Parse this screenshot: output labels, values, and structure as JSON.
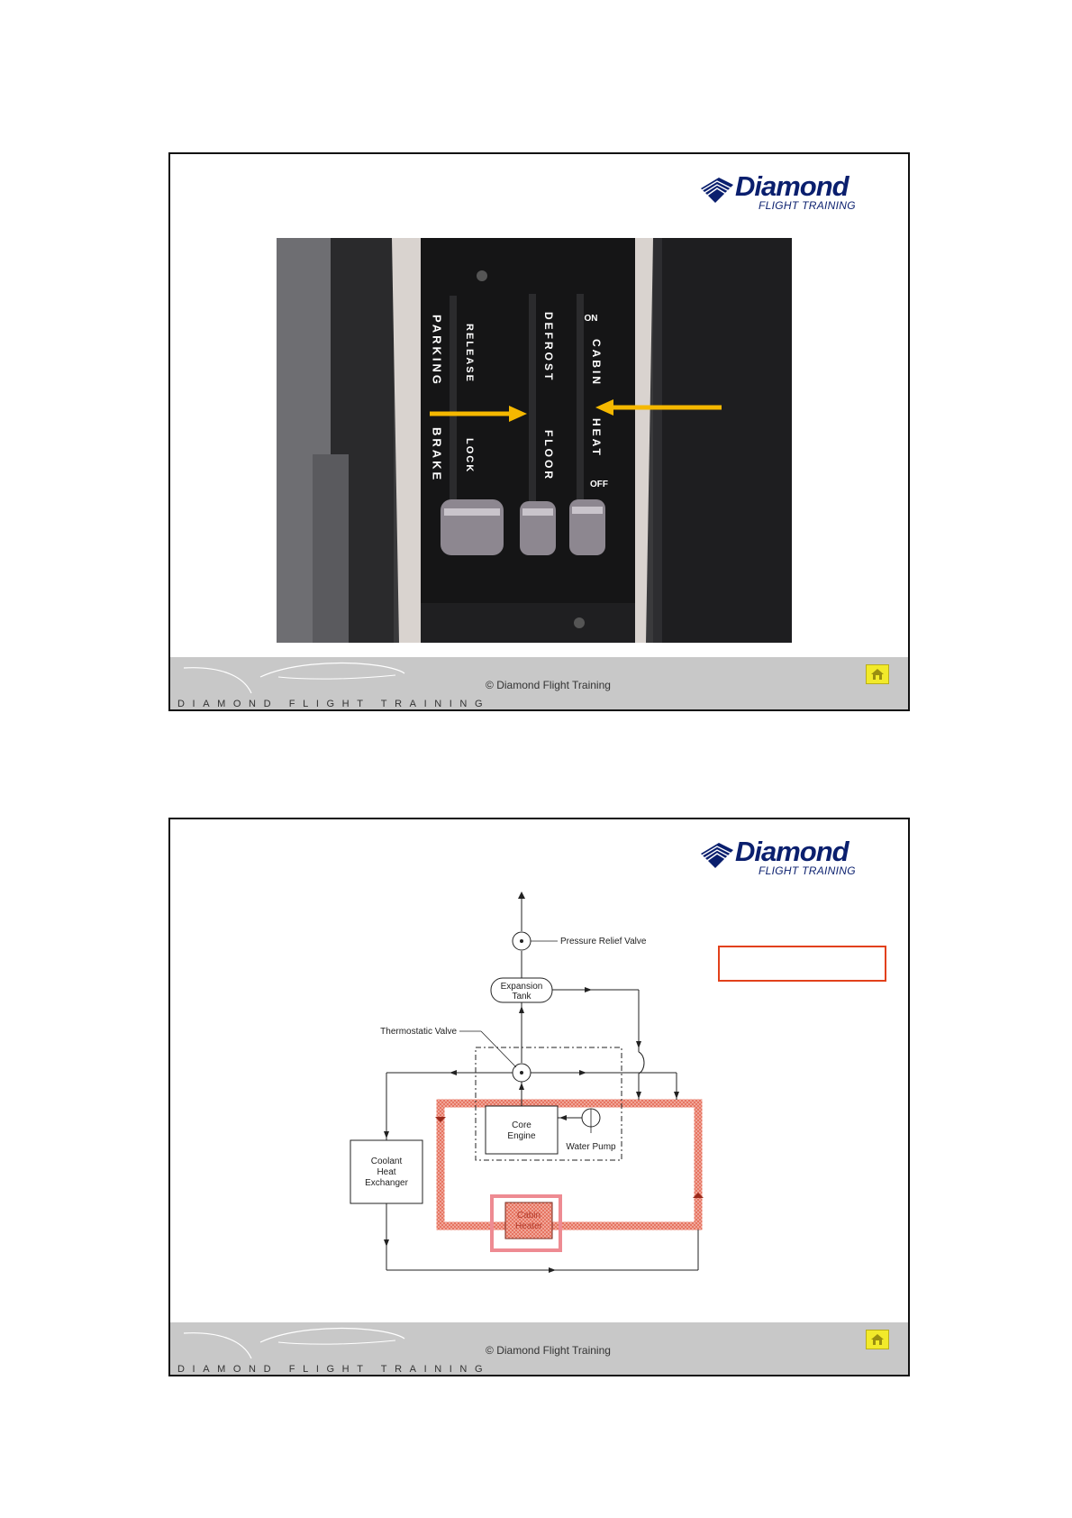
{
  "brand": {
    "logo_word": "Diamond",
    "logo_sub": "FLIGHT TRAINING",
    "footer_wordmark": "DIAMOND FLIGHT TRAINING",
    "copyright": "© Diamond Flight Training"
  },
  "slide1": {
    "photo_labels": {
      "parking": "PARKING",
      "brake": "BRAKE",
      "release": "RELEASE",
      "lock": "LOCK",
      "defrost": "DEFROST",
      "floor": "FLOOR",
      "on": "ON",
      "cabin": "CABIN",
      "heat": "HEAT",
      "off": "OFF"
    }
  },
  "slide2": {
    "labels": {
      "pressure_relief_valve": "Pressure Relief Valve",
      "expansion_tank_1": "Expansion",
      "expansion_tank_2": "Tank",
      "thermostatic_valve": "Thermostatic Valve",
      "core_engine_1": "Core",
      "core_engine_2": "Engine",
      "water_pump": "Water Pump",
      "coolant_1": "Coolant",
      "coolant_2": "Heat",
      "coolant_3": "Exchanger",
      "cabin_heater_1": "Cabin",
      "cabin_heater_2": "Heater"
    }
  }
}
